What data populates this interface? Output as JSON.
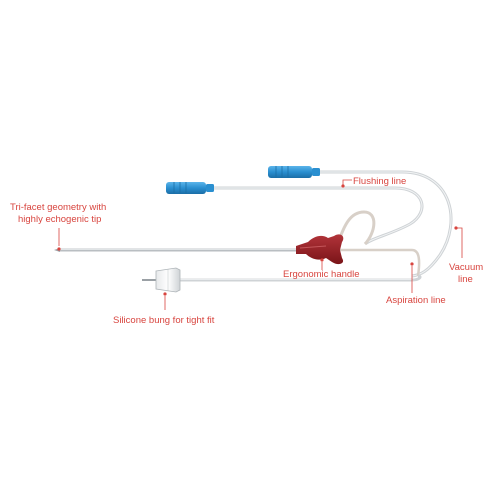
{
  "diagram": {
    "labels": {
      "tip": [
        "Tri-facet geometry with",
        "highly echogenic tip"
      ],
      "flushing": "Flushing line",
      "vacuum": [
        "Vacuum",
        "line"
      ],
      "handle": "Ergonomic handle",
      "aspiration": "Aspiration line",
      "bung": "Silicone bung for tight fit"
    },
    "colors": {
      "label": "#d8453f",
      "handle": "#8e1c1e",
      "connector": "#2a8fd0",
      "tubing": "#cfd3d6",
      "needle": "#b9bec2"
    }
  }
}
